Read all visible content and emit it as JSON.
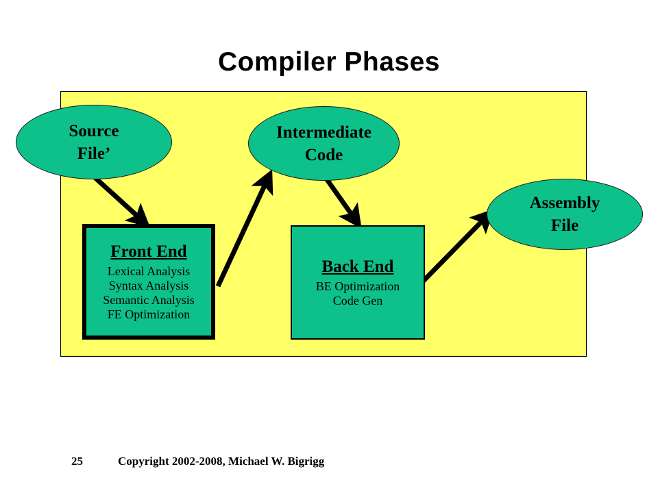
{
  "slide": {
    "title": "Compiler Phases",
    "background_color": "#ffffff",
    "panel_color": "#ffff66",
    "node_color": "#0ec08a",
    "line_color": "#000000"
  },
  "diagram": {
    "ellipses": [
      {
        "id": "source-file",
        "lines": [
          "Source",
          "File’"
        ]
      },
      {
        "id": "intermediate-code",
        "lines": [
          "Intermediate",
          "Code"
        ]
      },
      {
        "id": "assembly-file",
        "lines": [
          "Assembly",
          "File"
        ]
      }
    ],
    "boxes": [
      {
        "id": "front-end",
        "title": "Front End",
        "lines": [
          "Lexical Analysis",
          "Syntax Analysis",
          "Semantic Analysis",
          "FE Optimization"
        ]
      },
      {
        "id": "back-end",
        "title": "Back End",
        "lines": [
          "BE Optimization",
          "Code Gen"
        ]
      }
    ],
    "arrows": [
      {
        "id": "source-file-to-front-end",
        "from": "source-file",
        "to": "front-end"
      },
      {
        "id": "front-end-to-intermediate-code",
        "from": "front-end",
        "to": "intermediate-code"
      },
      {
        "id": "intermediate-code-to-back-end",
        "from": "intermediate-code",
        "to": "back-end"
      },
      {
        "id": "back-end-to-assembly-file",
        "from": "back-end",
        "to": "assembly-file"
      }
    ]
  },
  "footer": {
    "page_number": "25",
    "copyright": "Copyright 2002-2008, Michael W. Bigrigg"
  }
}
